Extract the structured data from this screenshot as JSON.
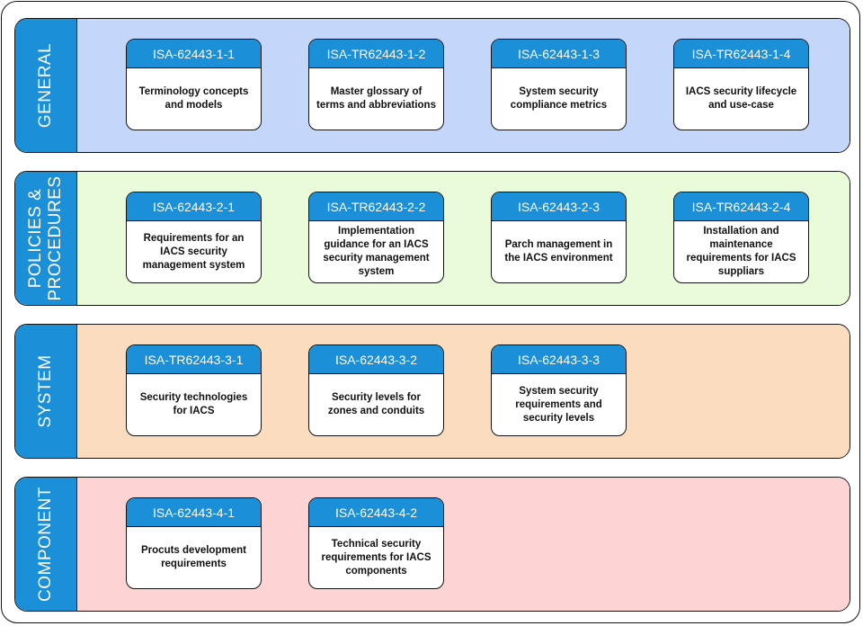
{
  "layers": [
    {
      "label": "GENERAL",
      "bg": "#c4d7fb",
      "cards": [
        {
          "id": "ISA-62443-1-1",
          "desc": "Terminology concepts and models"
        },
        {
          "id": "ISA-TR62443-1-2",
          "desc": "Master glossary of terms and abbreviations"
        },
        {
          "id": "ISA-62443-1-3",
          "desc": "System security compliance metrics"
        },
        {
          "id": "ISA-TR62443-1-4",
          "desc": "IACS security lifecycle and use-case"
        }
      ]
    },
    {
      "label": "POLICIES &\nPROCEDURES",
      "bg": "#eafbd9",
      "cards": [
        {
          "id": "ISA-62443-2-1",
          "desc": "Requirements for an IACS security management system"
        },
        {
          "id": "ISA-TR62443-2-2",
          "desc": "Implementation guidance for an IACS security management system"
        },
        {
          "id": "ISA-62443-2-3",
          "desc": "Parch management in the IACS environment"
        },
        {
          "id": "ISA-TR62443-2-4",
          "desc": "Installation and maintenance requirements for IACS suppliars"
        }
      ]
    },
    {
      "label": "SYSTEM",
      "bg": "#fbdcbe",
      "cards": [
        {
          "id": "ISA-TR62443-3-1",
          "desc": "Security technologies for IACS"
        },
        {
          "id": "ISA-62443-3-2",
          "desc": "Security levels for zones and conduits"
        },
        {
          "id": "ISA-62443-3-3",
          "desc": "System security requirements and security levels"
        }
      ]
    },
    {
      "label": "COMPONENT",
      "bg": "#fdd3d3",
      "cards": [
        {
          "id": "ISA-62443-4-1",
          "desc": "Procuts development requirements"
        },
        {
          "id": "ISA-62443-4-2",
          "desc": "Technical security requirements for IACS components"
        }
      ]
    }
  ],
  "colors": {
    "accent": "#1b8fd8",
    "border": "#111111"
  }
}
